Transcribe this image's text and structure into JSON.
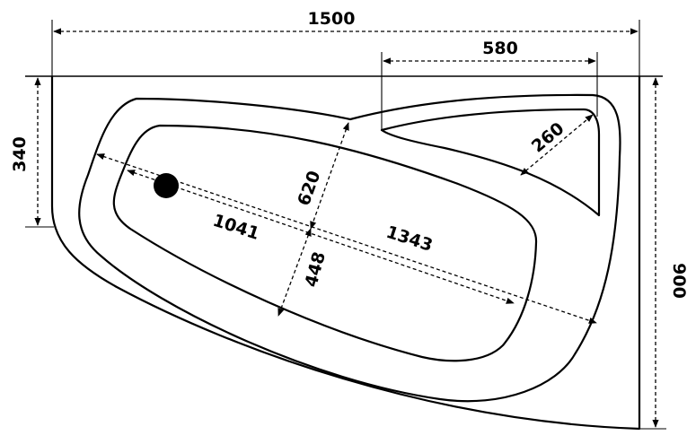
{
  "dimensions": {
    "overall_width": "1500",
    "seat_width": "580",
    "side_depth": "340",
    "overall_depth": "900",
    "corner_diagonal": "260",
    "basin_width": "620",
    "basin_length": "1343",
    "inner_length": "1041",
    "inner_width": "448"
  },
  "colors": {
    "line": "#000000",
    "background": "#ffffff",
    "drain": "#000000"
  }
}
